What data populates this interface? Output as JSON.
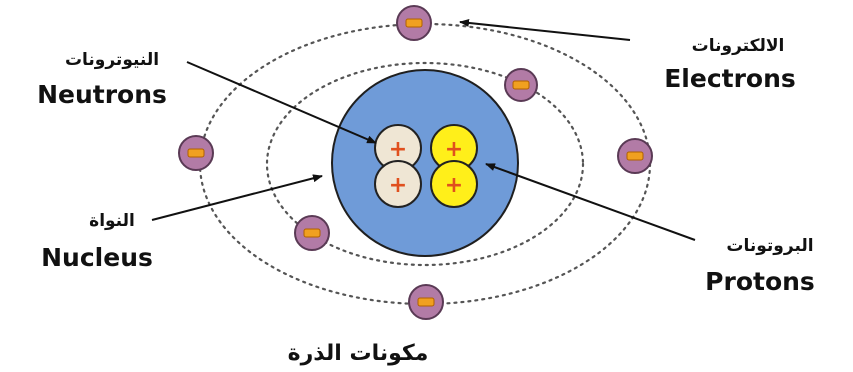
{
  "labels": {
    "neutrons_ar": "النيوترونات",
    "neutrons_en": "Neutrons",
    "electrons_ar": "الالكترونات",
    "electrons_en": "Electrons",
    "nucleus_ar": "النواة",
    "nucleus_en": "Nucleus",
    "protons_ar": "البروتونات",
    "protons_en": "Protons",
    "caption_ar": "مكونات الذرة"
  },
  "symbols": {
    "electron": "-",
    "proton": "+",
    "neutron": "+"
  },
  "colors": {
    "orbit": "#555555",
    "nucleus_fill": "#6f9bd8",
    "nucleus_stroke": "#1f1f1f",
    "electron_fill": "#b27ba6",
    "electron_stroke": "#5a3a55",
    "electron_mark": "#f0a020",
    "proton_fill": "#ffef1a",
    "neutron_fill": "#efe6d4",
    "particle_mark": "#e0501e",
    "arrow": "#111111"
  }
}
